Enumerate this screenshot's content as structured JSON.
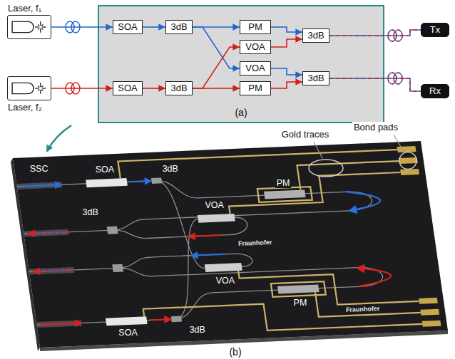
{
  "diagram": {
    "nodes": [
      {
        "text": [
          "Laser, f₁"
        ]
      },
      {
        "text": [
          "Laser, f₂"
        ]
      },
      {
        "text": [
          "SOA"
        ]
      },
      {
        "text": [
          "3dB"
        ]
      },
      {
        "text": [
          "PM"
        ]
      },
      {
        "text": [
          "VOA"
        ]
      },
      {
        "text": [
          "VOA"
        ]
      },
      {
        "text": [
          "PM"
        ]
      },
      {
        "text": [
          "SOA"
        ]
      },
      {
        "text": [
          "3dB"
        ]
      },
      {
        "text": [
          "3dB"
        ]
      },
      {
        "text": [
          "3dB"
        ]
      },
      {
        "text": [
          "Tx"
        ]
      },
      {
        "text": [
          "Rx"
        ]
      }
    ],
    "edges": [
      {
        "from": 0,
        "to": 2,
        "arrow": "to"
      },
      {
        "from": 2,
        "to": 3,
        "arrow": "to"
      },
      {
        "from": 3,
        "to": 4,
        "arrow": "to"
      },
      {
        "from": 3,
        "to": 6,
        "arrow": "to"
      },
      {
        "from": 1,
        "to": 8,
        "arrow": "to"
      },
      {
        "from": 8,
        "to": 9,
        "arrow": "to"
      },
      {
        "from": 9,
        "to": 7,
        "arrow": "to"
      },
      {
        "from": 9,
        "to": 5,
        "arrow": "to"
      },
      {
        "from": 4,
        "to": 10,
        "arrow": "to"
      },
      {
        "from": 5,
        "to": 10,
        "arrow": "to"
      },
      {
        "from": 6,
        "to": 11,
        "arrow": "to"
      },
      {
        "from": 7,
        "to": 11,
        "arrow": "to"
      },
      {
        "from": 10,
        "to": 12,
        "arrow": "none"
      },
      {
        "from": 11,
        "to": 13,
        "arrow": "none"
      }
    ],
    "labels": [
      "(a)",
      "Gold traces",
      "Bond pads",
      "SSC",
      "SOA",
      "3dB",
      "3dB",
      "VOA",
      "PM",
      "VOA",
      "PM",
      "Fraunhofer",
      "Fraunhofer",
      "3dB",
      "SOA",
      "(b)"
    ]
  }
}
